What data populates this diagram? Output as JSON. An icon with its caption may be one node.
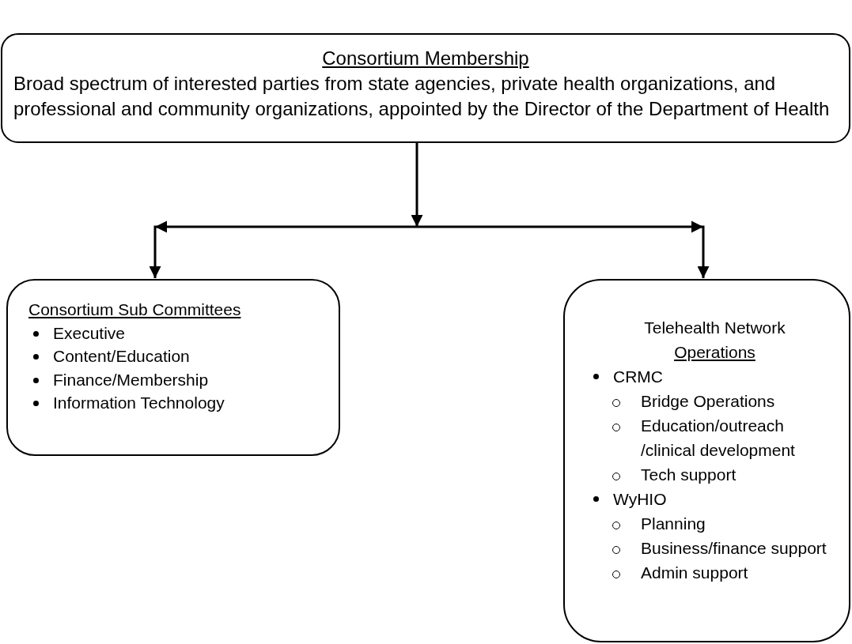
{
  "diagram": {
    "nodes": [
      {
        "text": [
          "Consortium Membership",
          "Broad spectrum of interested parties from state agencies, private health organizations, and professional and community organizations, appointed by the Director of the Department of Health"
        ]
      },
      {
        "text": [
          "Consortium Sub Committees",
          "Executive",
          "Content/Education",
          "Finance/Membership",
          "Information Technology"
        ]
      },
      {
        "text": [
          "Telehealth Network",
          "Operations",
          "CRMC",
          "Bridge Operations",
          "Education/outreach /clinical development",
          "Tech support",
          "WyHIO",
          "Planning",
          "Business/finance support",
          "Admin support"
        ]
      }
    ],
    "edges": [
      {
        "from": 0,
        "to": 1,
        "arrow": "to"
      },
      {
        "from": 0,
        "to": 2,
        "arrow": "to"
      }
    ]
  }
}
